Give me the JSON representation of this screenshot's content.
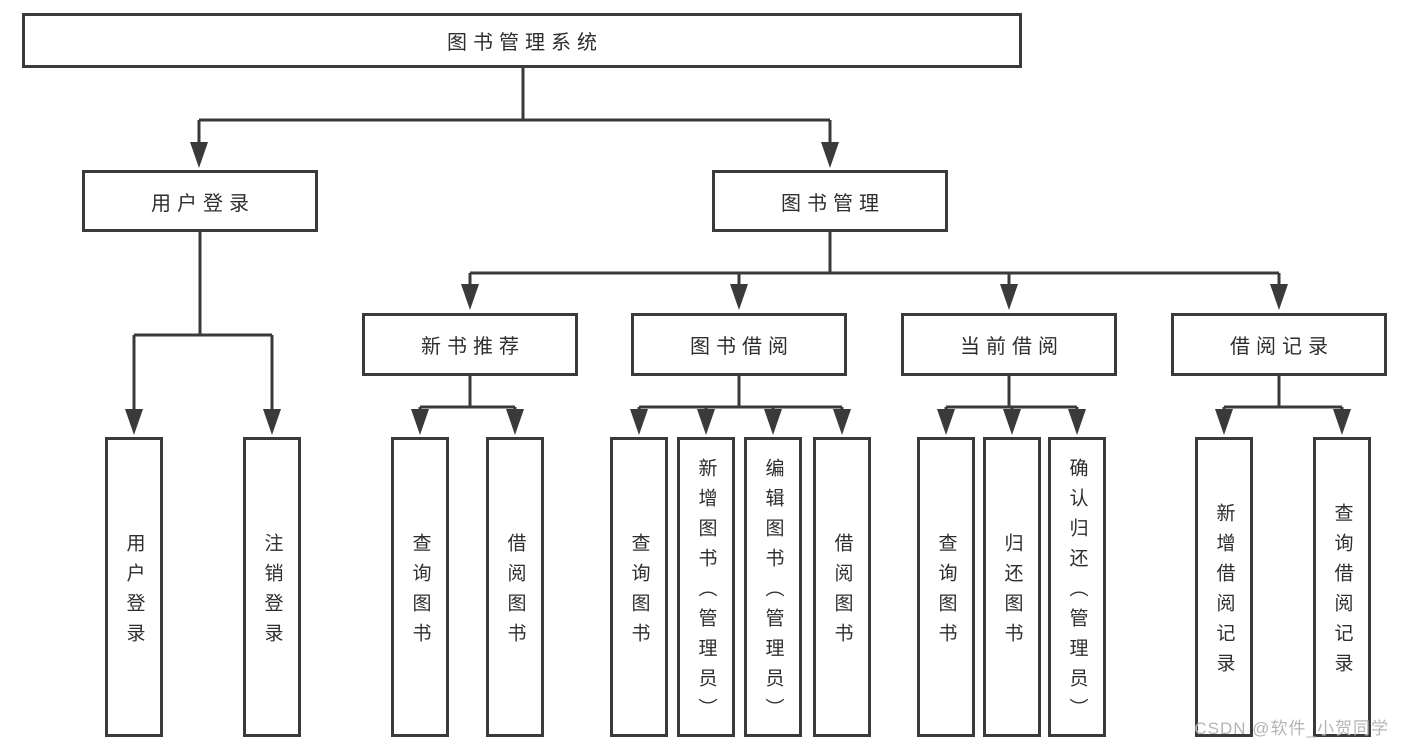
{
  "diagram": {
    "root": {
      "label": "图书管理系统"
    },
    "branches": [
      {
        "label": "用户登录",
        "children": [
          {
            "label": "用户登录"
          },
          {
            "label": "注销登录"
          }
        ]
      },
      {
        "label": "图书管理",
        "children": [
          {
            "label": "新书推荐",
            "children": [
              {
                "label": "查询图书"
              },
              {
                "label": "借阅图书"
              }
            ]
          },
          {
            "label": "图书借阅",
            "children": [
              {
                "label": "查询图书"
              },
              {
                "label": "新增图书（管理员）"
              },
              {
                "label": "编辑图书（管理员）"
              },
              {
                "label": "借阅图书"
              }
            ]
          },
          {
            "label": "当前借阅",
            "children": [
              {
                "label": "查询图书"
              },
              {
                "label": "归还图书"
              },
              {
                "label": "确认归还（管理员）"
              }
            ]
          },
          {
            "label": "借阅记录",
            "children": [
              {
                "label": "新增借阅记录"
              },
              {
                "label": "查询借阅记录"
              }
            ]
          }
        ]
      }
    ]
  },
  "watermark": {
    "text": "CSDN @软件_小贺同学"
  },
  "colors": {
    "line": "#3a3a3a",
    "text": "#2e2e2e",
    "watermark": "#b5b5b5",
    "background": "#ffffff"
  }
}
